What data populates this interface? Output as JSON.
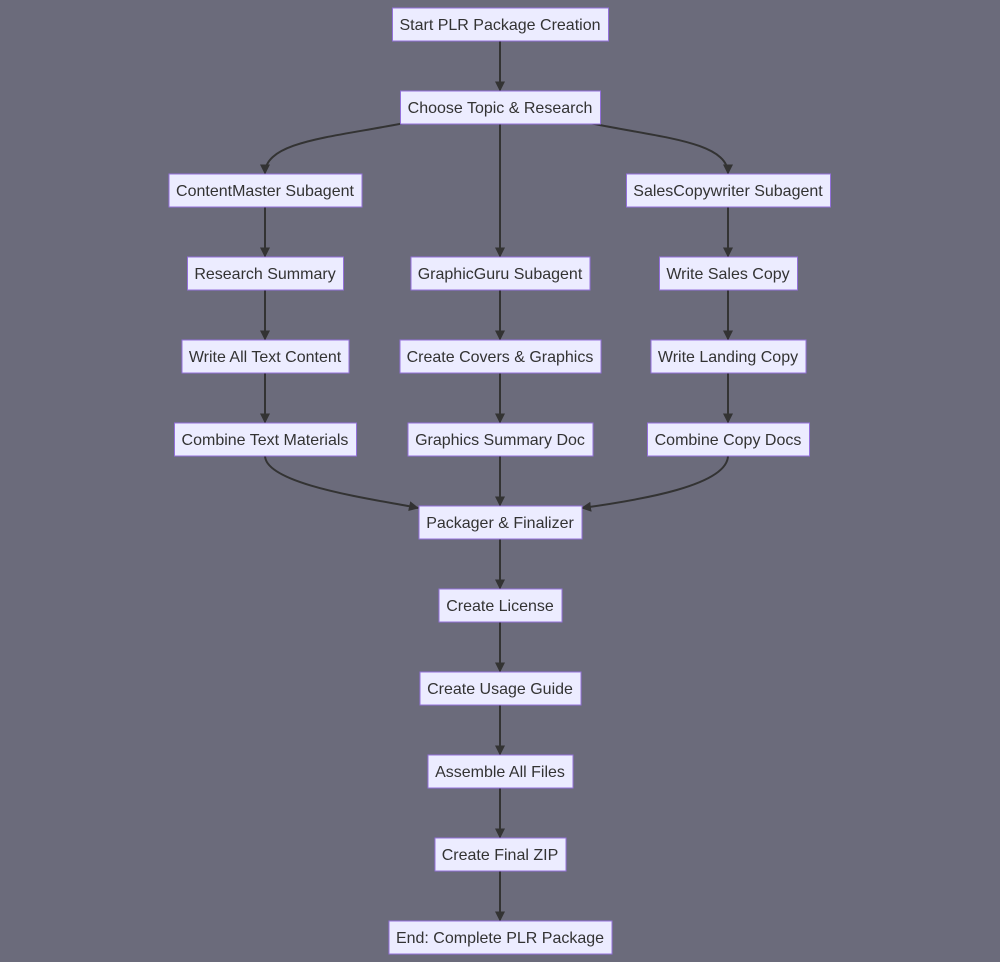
{
  "diagram": {
    "nodes": [
      {
        "id": "start",
        "label": "Start PLR Package Creation"
      },
      {
        "id": "topic",
        "label": "Choose Topic & Research"
      },
      {
        "id": "content",
        "label": "ContentMaster Subagent"
      },
      {
        "id": "sales",
        "label": "SalesCopywriter Subagent"
      },
      {
        "id": "research",
        "label": "Research Summary"
      },
      {
        "id": "graphic",
        "label": "GraphicGuru Subagent"
      },
      {
        "id": "salescopy",
        "label": "Write Sales Copy"
      },
      {
        "id": "writetext",
        "label": "Write All Text Content"
      },
      {
        "id": "covers",
        "label": "Create Covers & Graphics"
      },
      {
        "id": "landing",
        "label": "Write Landing Copy"
      },
      {
        "id": "combinetext",
        "label": "Combine Text Materials"
      },
      {
        "id": "graphicsdoc",
        "label": "Graphics Summary Doc"
      },
      {
        "id": "combinecopy",
        "label": "Combine Copy Docs"
      },
      {
        "id": "packager",
        "label": "Packager & Finalizer"
      },
      {
        "id": "license",
        "label": "Create License"
      },
      {
        "id": "usage",
        "label": "Create Usage Guide"
      },
      {
        "id": "assemble",
        "label": "Assemble All Files"
      },
      {
        "id": "zip",
        "label": "Create Final ZIP"
      },
      {
        "id": "end",
        "label": "End: Complete PLR Package"
      }
    ],
    "edges": [
      {
        "from": "start",
        "to": "topic"
      },
      {
        "from": "topic",
        "to": "content"
      },
      {
        "from": "topic",
        "to": "graphic"
      },
      {
        "from": "topic",
        "to": "sales"
      },
      {
        "from": "content",
        "to": "research"
      },
      {
        "from": "research",
        "to": "writetext"
      },
      {
        "from": "writetext",
        "to": "combinetext"
      },
      {
        "from": "graphic",
        "to": "covers"
      },
      {
        "from": "covers",
        "to": "graphicsdoc"
      },
      {
        "from": "sales",
        "to": "salescopy"
      },
      {
        "from": "salescopy",
        "to": "landing"
      },
      {
        "from": "landing",
        "to": "combinecopy"
      },
      {
        "from": "combinetext",
        "to": "packager"
      },
      {
        "from": "graphicsdoc",
        "to": "packager"
      },
      {
        "from": "combinecopy",
        "to": "packager"
      },
      {
        "from": "packager",
        "to": "license"
      },
      {
        "from": "license",
        "to": "usage"
      },
      {
        "from": "usage",
        "to": "assemble"
      },
      {
        "from": "assemble",
        "to": "zip"
      },
      {
        "from": "zip",
        "to": "end"
      }
    ]
  }
}
